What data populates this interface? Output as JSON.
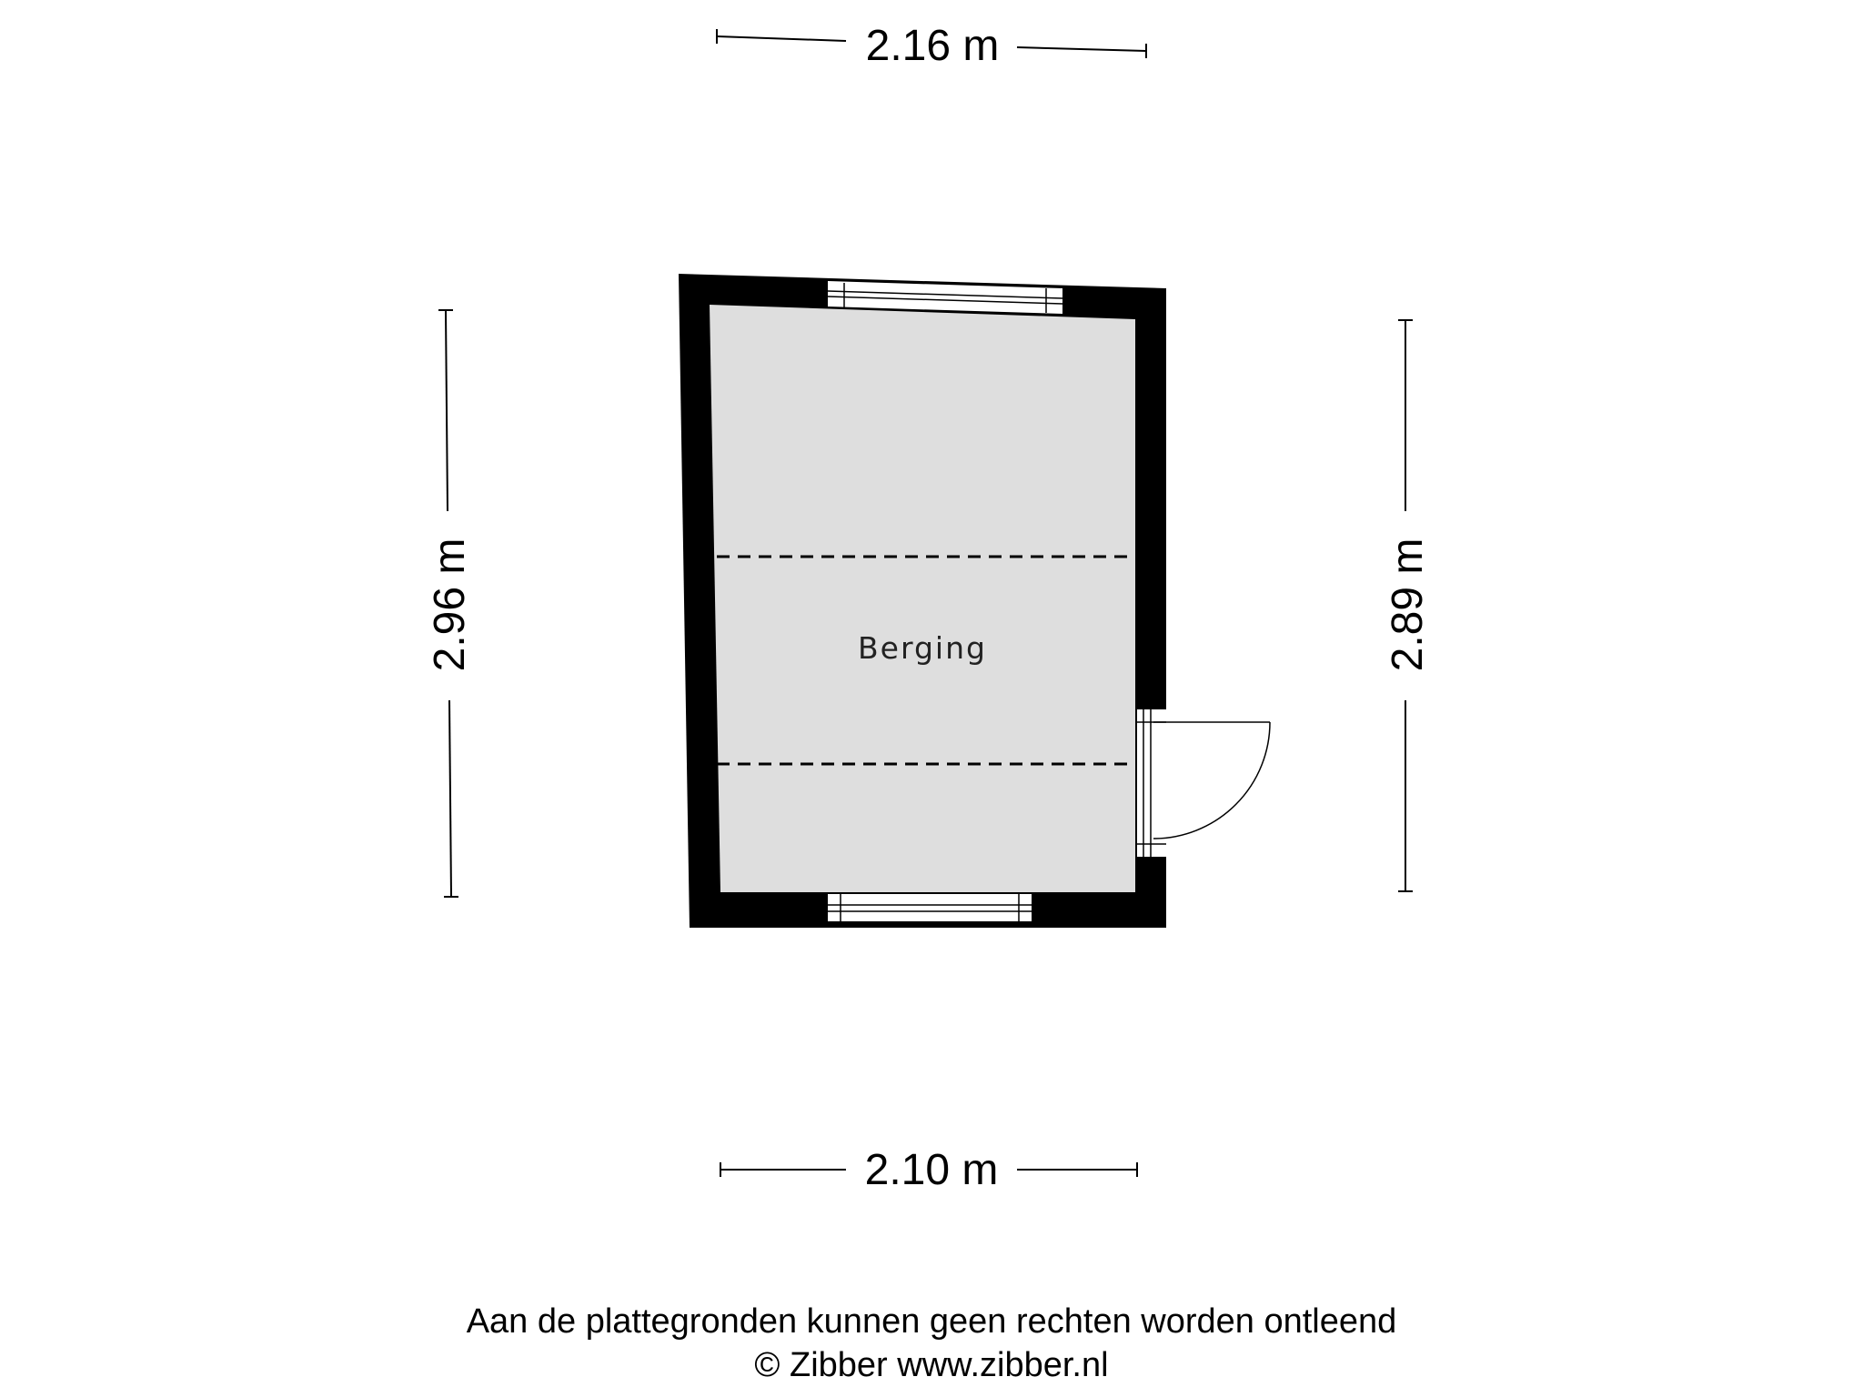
{
  "dimensions": {
    "top_width": "2.16 m",
    "bottom_width": "2.10 m",
    "left_height": "2.96 m",
    "right_height": "2.89 m"
  },
  "rooms": [
    {
      "label": "Berging"
    }
  ],
  "footer": {
    "disclaimer": "Aan de plattegronden kunnen geen rechten worden ontleend",
    "copyright": "© Zibber www.zibber.nl"
  },
  "colors": {
    "wall": "#000000",
    "floor": "#dedede",
    "background": "#ffffff"
  }
}
